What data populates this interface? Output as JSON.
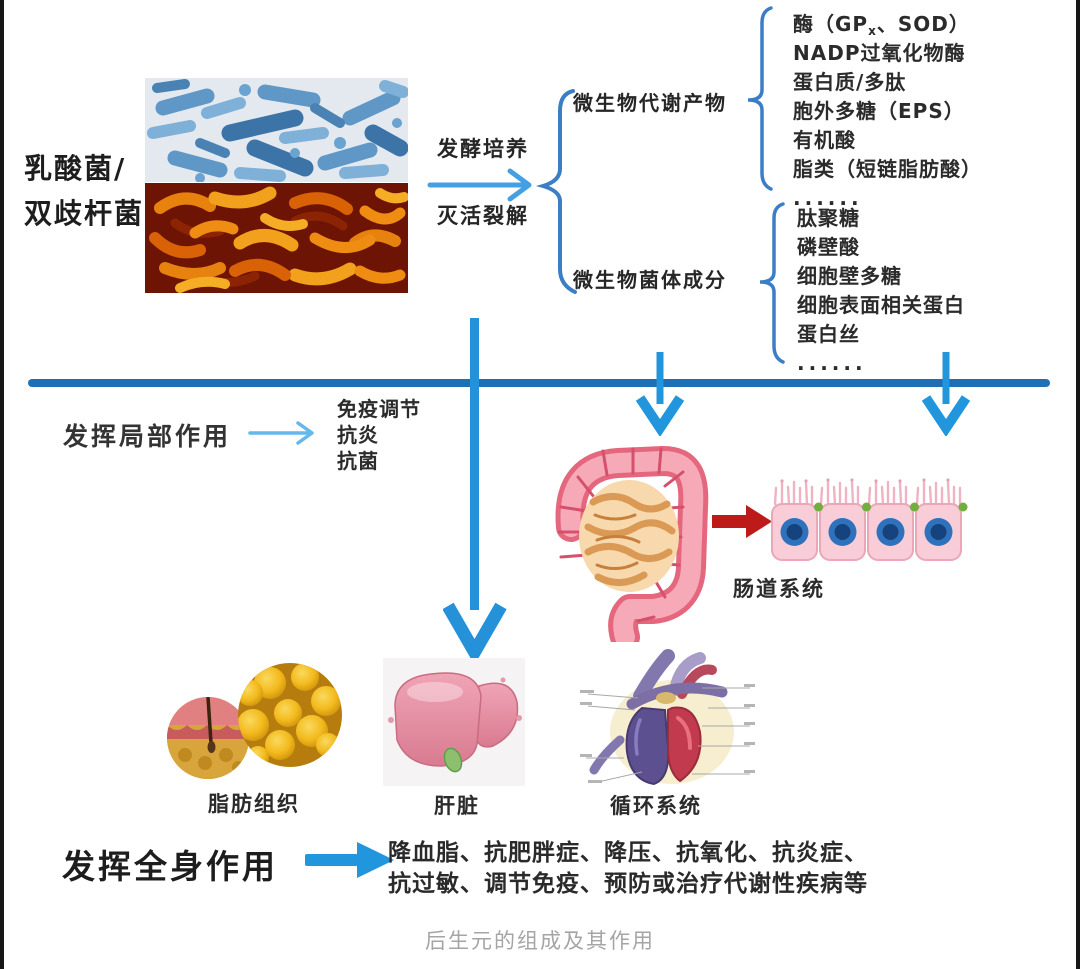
{
  "source": {
    "label_line1": "乳酸菌/",
    "label_line2": "双歧杆菌",
    "images": [
      "blue-rod-bacteria-micrograph",
      "orange-bifidobacteria-micrograph"
    ]
  },
  "process": {
    "top_label": "发酵培养",
    "bottom_label": "灭活裂解"
  },
  "branches": {
    "metabolites_label": "微生物代谢产物",
    "cell_components_label": "微生物菌体成分"
  },
  "lists": {
    "metabolites": {
      "items": [
        {
          "pre": "酶（GP",
          "sub": "x",
          "post": "、SOD）"
        },
        "NADP过氧化物酶",
        "蛋白质/多肽",
        "胞外多糖（EPS）",
        "有机酸",
        "脂类（短链脂肪酸）",
        "......"
      ]
    },
    "cell_components": {
      "items": [
        "肽聚糖",
        "磷壁酸",
        "细胞壁多糖",
        "细胞表面相关蛋白",
        "蛋白丝",
        "......"
      ]
    }
  },
  "local_effects": {
    "title": "发挥局部作用",
    "items": [
      "免疫调节",
      "抗炎",
      "抗菌"
    ]
  },
  "organs": {
    "intestine_label": "肠道系统",
    "adipose_label": "脂肪组织",
    "liver_label": "肝脏",
    "circulatory_label": "循环系统"
  },
  "systemic_effects": {
    "title": "发挥全身作用",
    "line1": "降血脂、抗肥胖症、降压、抗氧化、抗炎症、",
    "line2": "抗过敏、调节免疫、预防或治疗代谢性疾病等"
  },
  "caption": "后生元的组成及其作用",
  "colors": {
    "arrow_blue": "#2196dd",
    "divider_blue": "#1f6fb5",
    "brace_blue": "#3b7ec6",
    "thin_arrow_blue": "#55aee8",
    "red_arrow": "#bd1a1a",
    "text_dark": "#262626",
    "caption_gray": "#a5a5a5"
  }
}
